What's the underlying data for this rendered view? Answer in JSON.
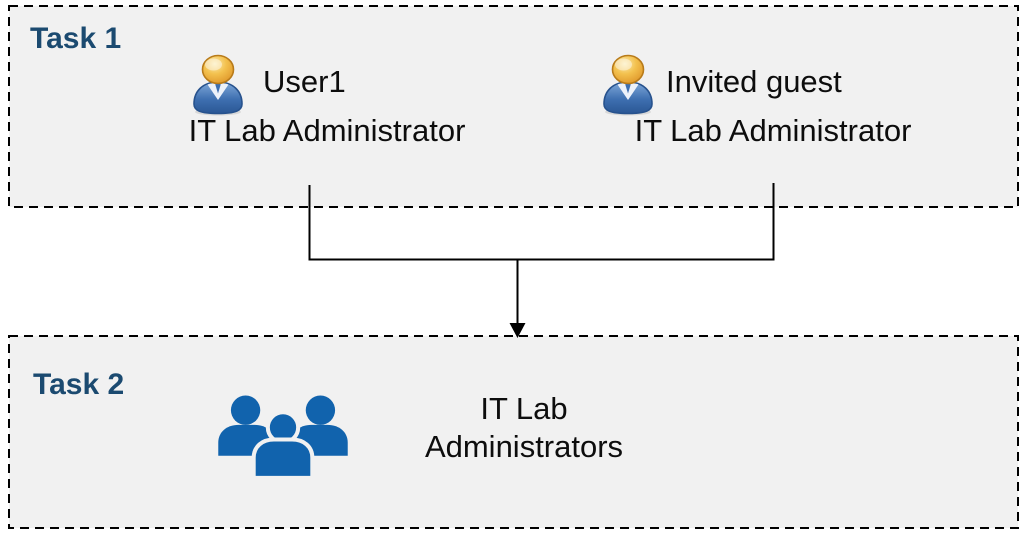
{
  "colors": {
    "box_bg": "#f1f1f1",
    "box_border": "#000000",
    "task_label": "#1B4A70",
    "body_text": "#0d0d0d",
    "group_icon_blue": "#1163AD",
    "connector": "#000000",
    "person_head_gold": "#F3C14E",
    "person_body_blue": "#3E6FB0"
  },
  "task1": {
    "label": "Task 1",
    "members": [
      {
        "icon": "person-icon",
        "name": "User1",
        "role": "IT Lab Administrator"
      },
      {
        "icon": "person-icon",
        "name": "Invited guest",
        "role": "IT Lab Administrator"
      }
    ]
  },
  "task2": {
    "label": "Task 2",
    "icon": "group-icon",
    "group_name": "IT Lab Administrators"
  }
}
